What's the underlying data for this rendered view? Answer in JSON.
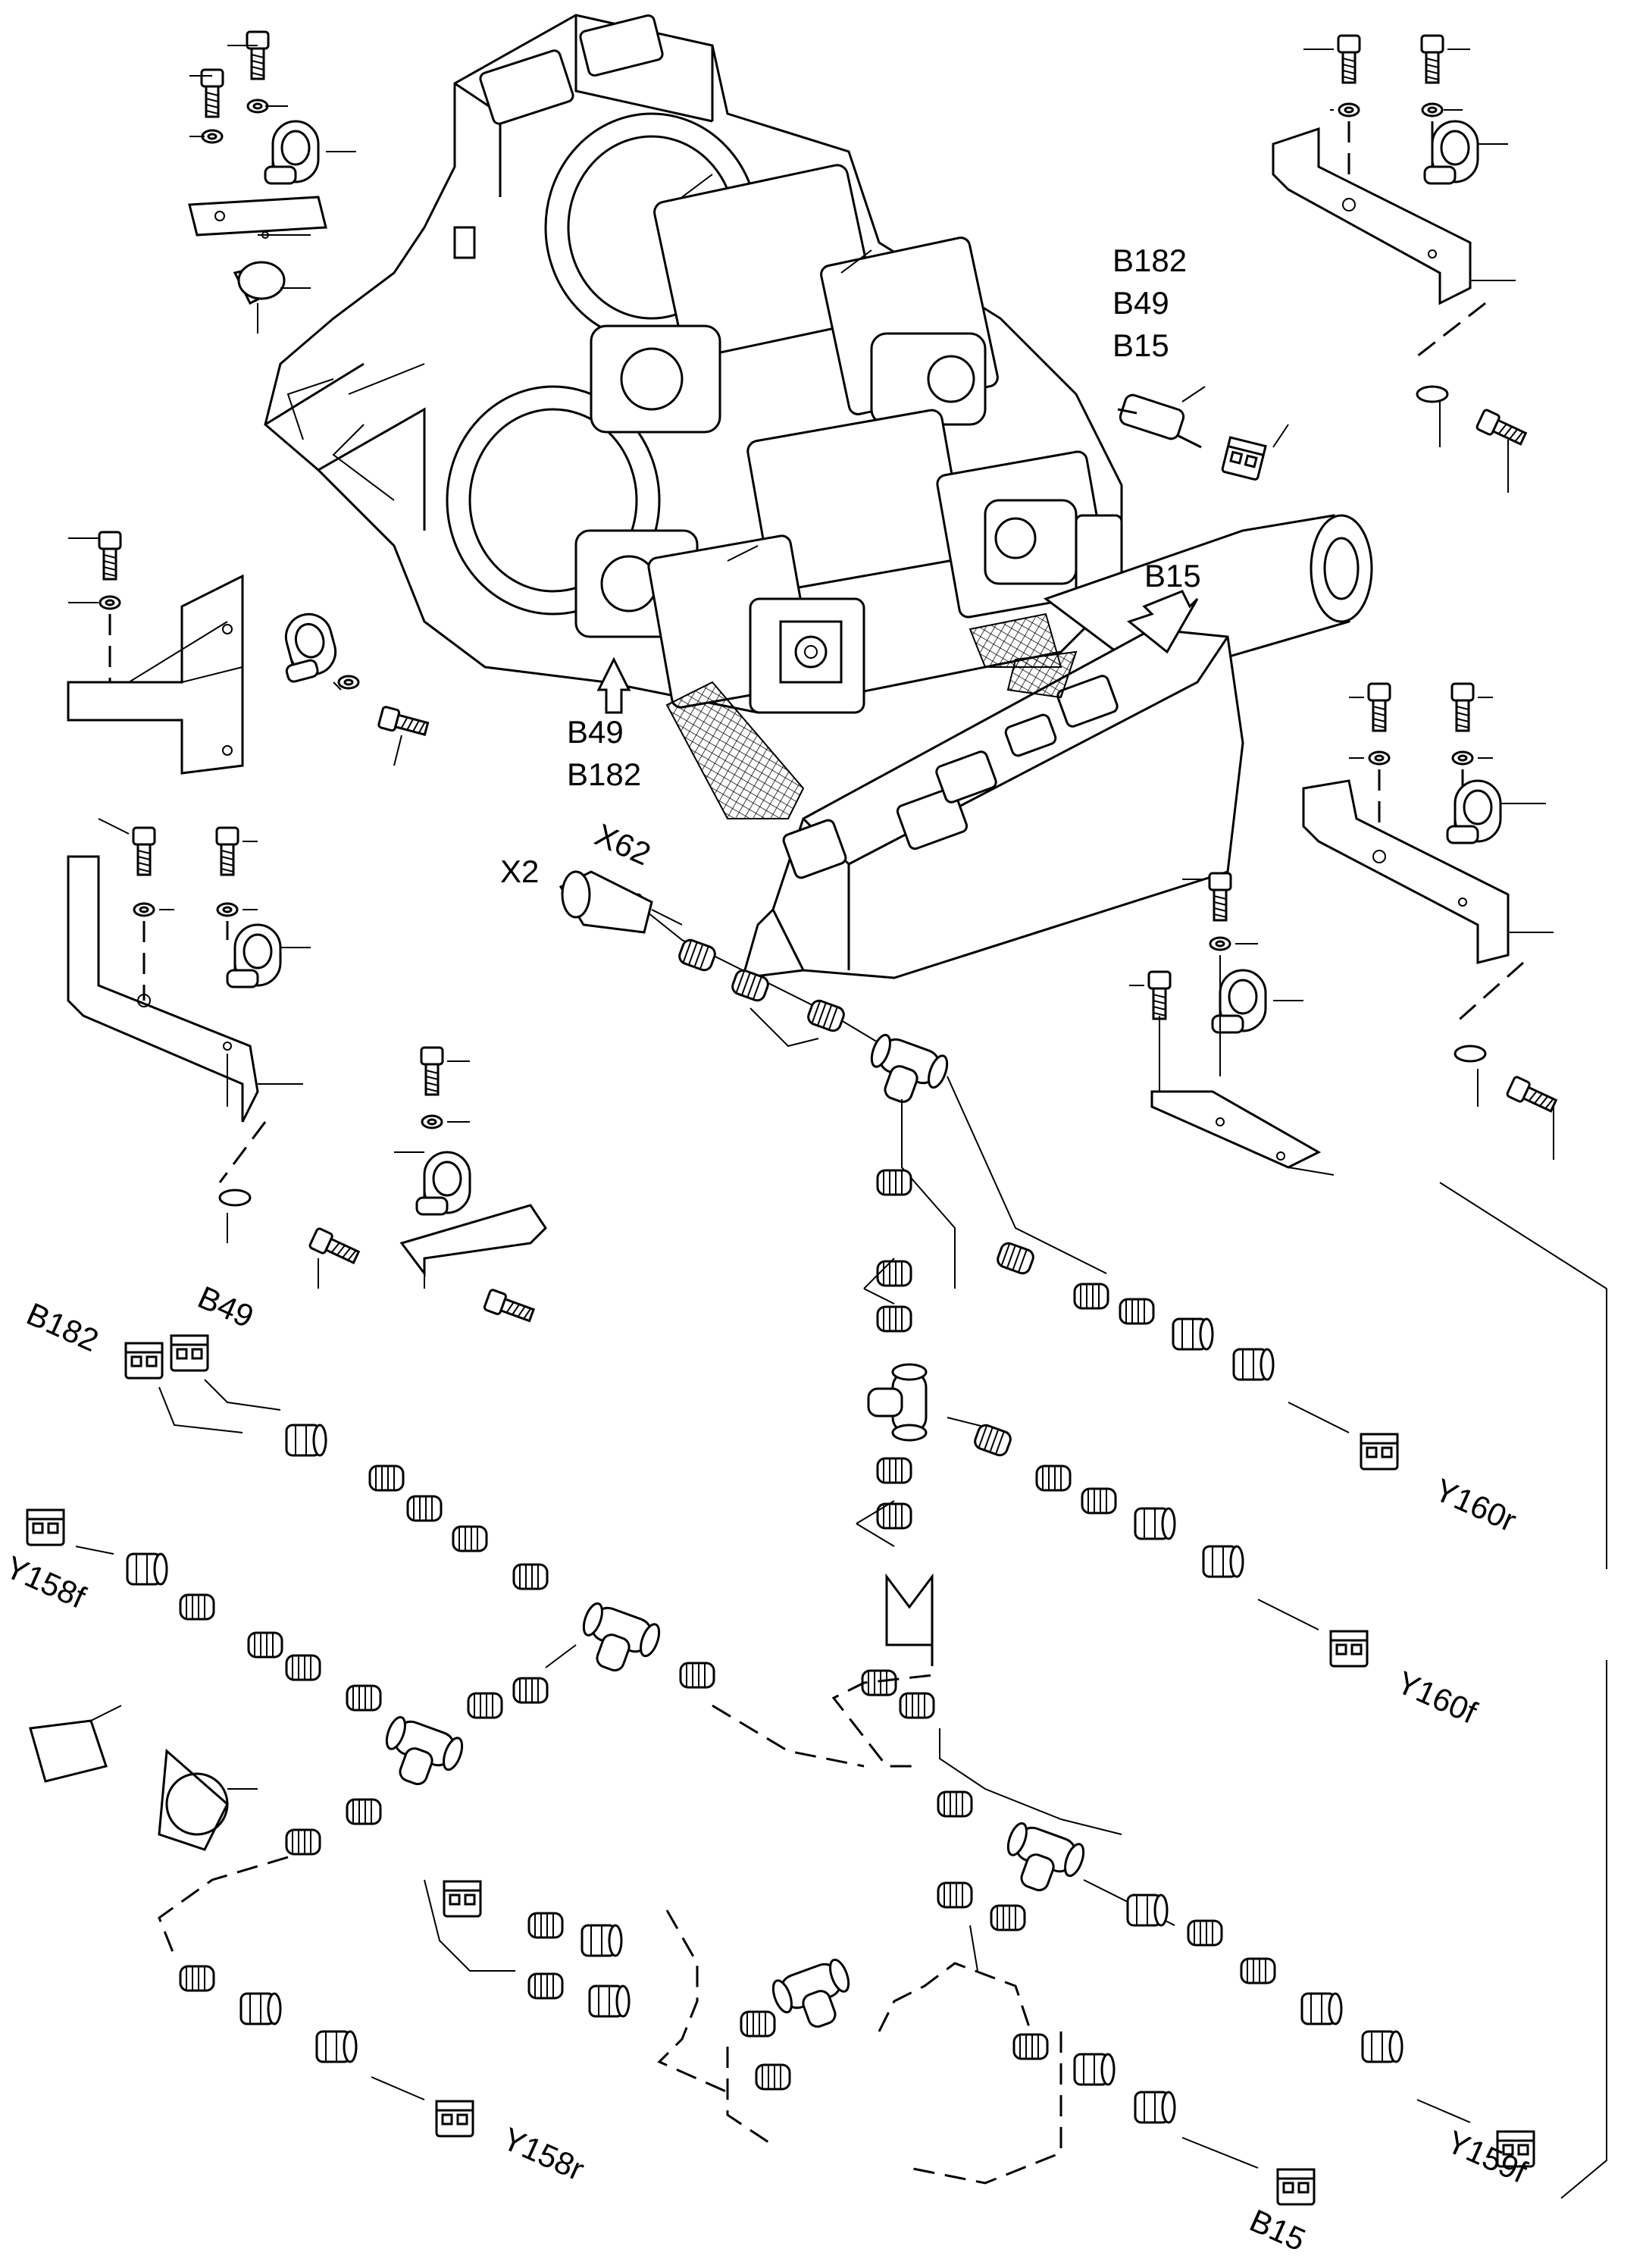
{
  "figure": {
    "labels": {
      "b182_top": "B182",
      "b49_top": "B49",
      "b15_top": "B15",
      "b15_arrow": "B15",
      "b49_mid": "B49",
      "b182_mid": "B182",
      "x2": "X2",
      "x62": "X62",
      "b182_left": "B182",
      "b49_left": "B49",
      "y158f": "Y158f",
      "y160r": "Y160r",
      "y160f": "Y160f",
      "y158r": "Y158r",
      "y159f": "Y159f",
      "b15_bottom": "B15"
    }
  }
}
